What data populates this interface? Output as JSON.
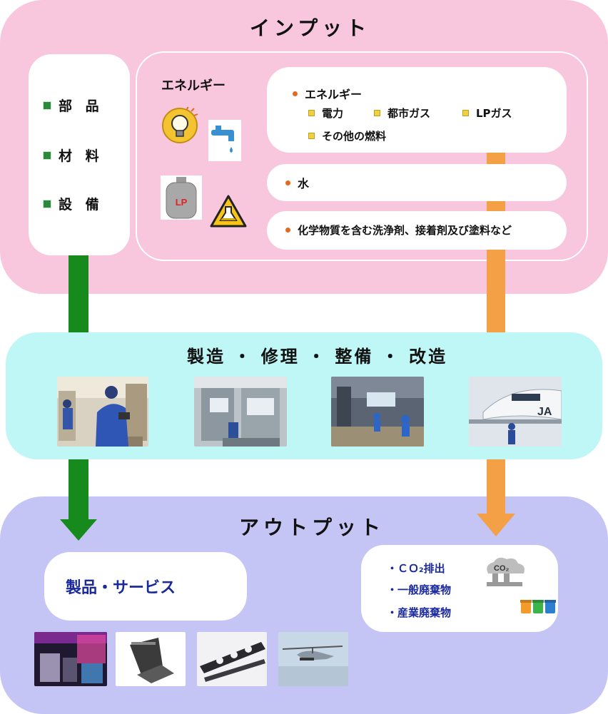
{
  "input": {
    "title": "インプット",
    "side_items": [
      "部 品",
      "材 料",
      "設 備"
    ],
    "energy_label": "エネルギー",
    "energy_box": {
      "heading": "エネルギー",
      "sub_items": [
        "電力",
        "都市ガス",
        "LPガス",
        "その他の燃料"
      ]
    },
    "water": "水",
    "chemicals": "化学物質を含む洗浄剤、接着剤及び塗料など",
    "icons": [
      "lightbulb-icon",
      "faucet-icon",
      "lp-gas-cylinder-icon",
      "chemical-hazard-icon"
    ],
    "lp_text": "LP"
  },
  "process": {
    "title": "製造 ・ 修理 ・ 整備 ・ 改造"
  },
  "output": {
    "title": "アウトプット",
    "products": "製品・サービス",
    "emissions": [
      "・ＣＯ₂排出",
      "・一般廃棄物",
      "・産業廃棄物"
    ],
    "co2_icon_text": "CO₂"
  },
  "colors": {
    "input_bg": "#f8c6dd",
    "process_bg": "#bff6f6",
    "output_bg": "#c4c4f5",
    "green_arrow": "#178a1e",
    "orange_arrow": "#f4a046",
    "output_text": "#1a2a9a"
  }
}
